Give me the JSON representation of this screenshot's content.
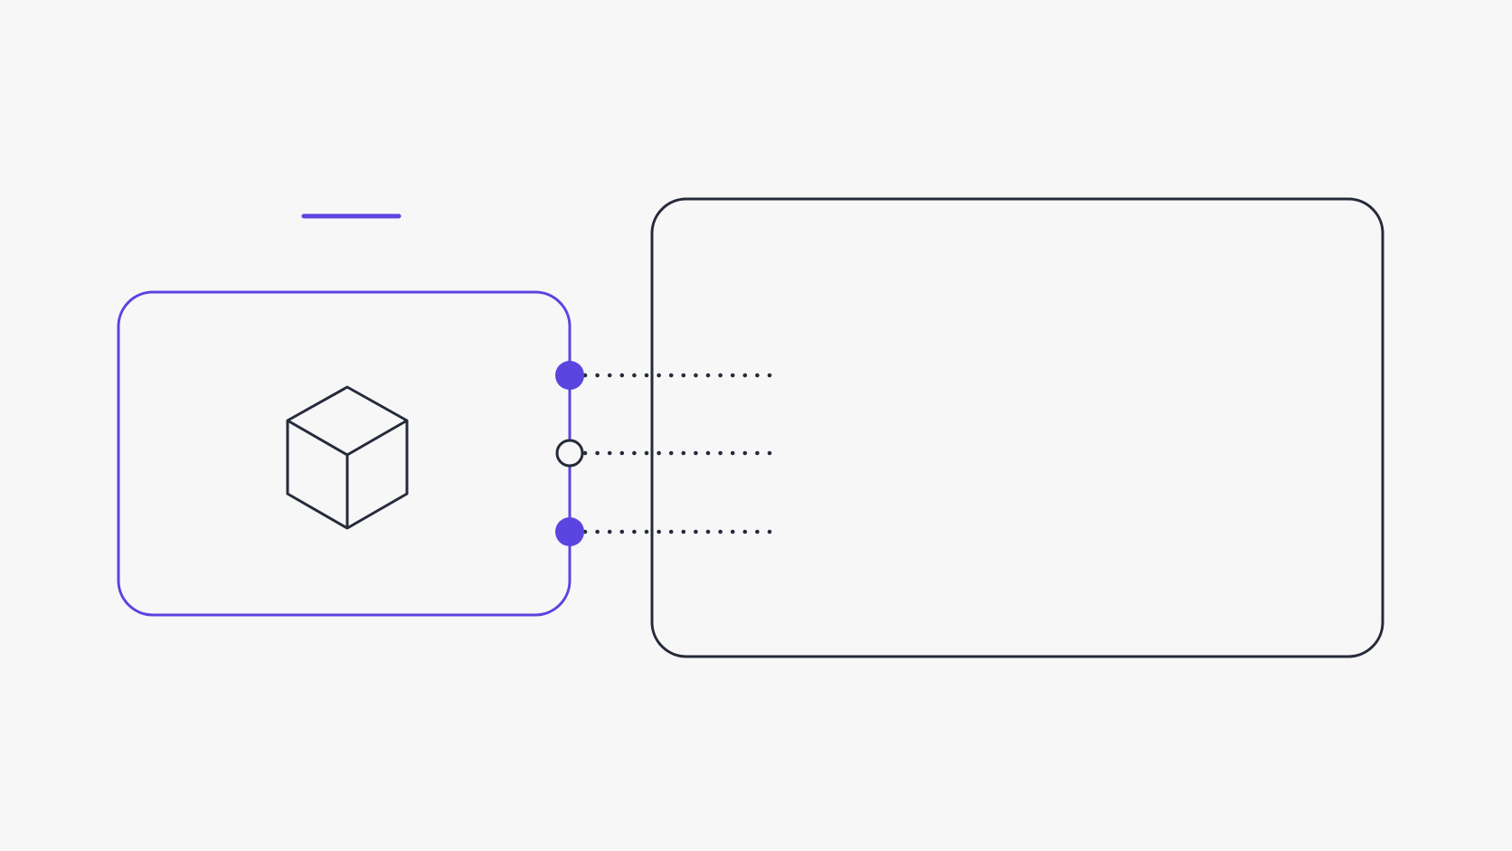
{
  "colors": {
    "background": "#f7f7f8",
    "accent": "#5b45e0",
    "ink": "#262b3a"
  },
  "source_node": {
    "icon": "cube-icon",
    "ports": [
      {
        "state": "filled"
      },
      {
        "state": "empty"
      },
      {
        "state": "filled"
      }
    ]
  },
  "target_node": {}
}
